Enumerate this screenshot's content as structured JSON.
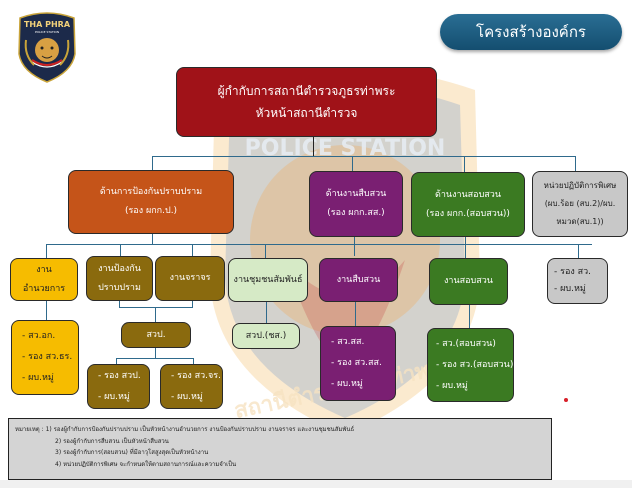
{
  "header": {
    "logo_text": "THA PHRA",
    "logo_subtext": "POLICE STATION",
    "title": "โครงสร้างองค์กร"
  },
  "watermark": {
    "top_text": "POLICE STATION",
    "bottom_text": "สถานีตำรวจภูธรท่าพระ"
  },
  "chart": {
    "root": {
      "lines": [
        "ผู้กำกับการสถานีตำรวจภูธรท่าพระ",
        "หัวหน้าสถานีตำรวจ"
      ],
      "color": "#a01218"
    },
    "divisions": [
      {
        "lines": [
          "ด้านการป้องกันปราบปราม",
          "(รอง ผกก.ป.)"
        ],
        "color": "#c55419"
      },
      {
        "lines": [
          "ด้านงานสืบสวน",
          "(รอง ผกก.สส.)"
        ],
        "color": "#7a1f72"
      },
      {
        "lines": [
          "ด้านงานสอบสวน",
          "(รอง ผกก.(สอบสวน))"
        ],
        "color": "#3b7a22"
      },
      {
        "lines": [
          "หน่วยปฏิบัติการพิเศษ",
          "(ผบ.ร้อย (สบ.2)/ผบ.",
          "หมวด(สบ.1))"
        ],
        "color": "#c8c8c8"
      }
    ],
    "units": [
      {
        "lines": [
          "งาน",
          "อำนวยการ"
        ],
        "color": "#f6bc00"
      },
      {
        "lines": [
          "งานป้องกัน",
          "ปราบปราม"
        ],
        "color": "#8a6a0e"
      },
      {
        "lines": [
          "งานจราจร"
        ],
        "color": "#8a6a0e"
      },
      {
        "lines": [
          "งานชุมชนสัมพันธ์"
        ],
        "color": "#d6eac6"
      },
      {
        "lines": [
          "งานสืบสวน"
        ],
        "color": "#7a1f72"
      },
      {
        "lines": [
          "งานสอบสวน"
        ],
        "color": "#3b7a22"
      },
      {
        "lines": [
          "- รอง สว.",
          "- ผบ.หมู่"
        ],
        "color": "#c8c8c8"
      }
    ],
    "sub_units": {
      "admin_staff": [
        "- สว.อก.",
        "- รอง สว.ธร.",
        "- ผบ.หมู่"
      ],
      "patrol_head": "สวป.",
      "community_head": "สวป.(ชส.)",
      "patrol_staff": [
        "- รอง สวป.",
        "- ผบ.หมู่"
      ],
      "traffic_staff": [
        "- รอง สว.จร.",
        "- ผบ.หมู่"
      ],
      "investigation_staff": [
        "- สว.สส.",
        "- รอง สว.สส.",
        "- ผบ.หมู่"
      ],
      "inquiry_staff": [
        "- สว.(สอบสวน)",
        "- รอง สว.(สอบสวน)",
        "- ผบ.หมู่"
      ]
    }
  },
  "notes": {
    "label": "หมายเหตุ :",
    "items": [
      "1) รองผู้กำกับการป้องกันปราบปราม เป็นหัวหน้างานอำนวยการ งานป้องกันปราบปราม งานจราจร และงานชุมชนสัมพันธ์",
      "2) รองผู้กำกับการสืบสวน เป็นหัวหน้าสืบสวน",
      "3) รองผู้กำกับการ(สอบสวน) ที่มีอาวุโสสูงสุดเป็นหัวหน้างาน",
      "4) หน่วยปฏิบัติการพิเศษ จะกำหนดให้ตามสถานการณ์และความจำเป็น"
    ]
  }
}
